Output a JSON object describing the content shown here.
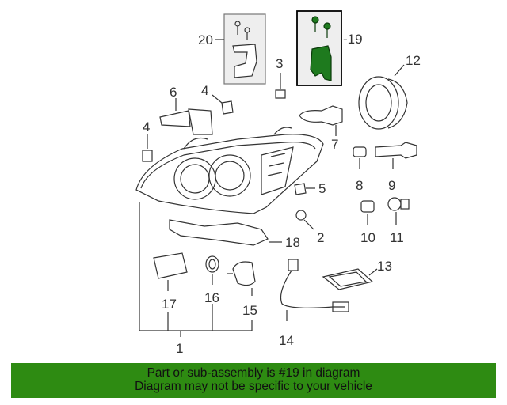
{
  "diagram": {
    "callouts": {
      "c1": "1",
      "c2": "2",
      "c3": "3",
      "c4a": "4",
      "c4b": "4",
      "c5": "5",
      "c6": "6",
      "c7": "7",
      "c8": "8",
      "c9": "9",
      "c10": "10",
      "c11": "11",
      "c12": "12",
      "c13": "13",
      "c14": "14",
      "c15": "15",
      "c16": "16",
      "c17": "17",
      "c18": "18",
      "c19": "-19",
      "c20": "20"
    },
    "highlight_color": "#1e7a1e"
  },
  "footer": {
    "line1": "Part or sub-assembly is #19 in diagram",
    "line2": "Diagram may not be specific to your vehicle",
    "background": "#2e8b12"
  }
}
